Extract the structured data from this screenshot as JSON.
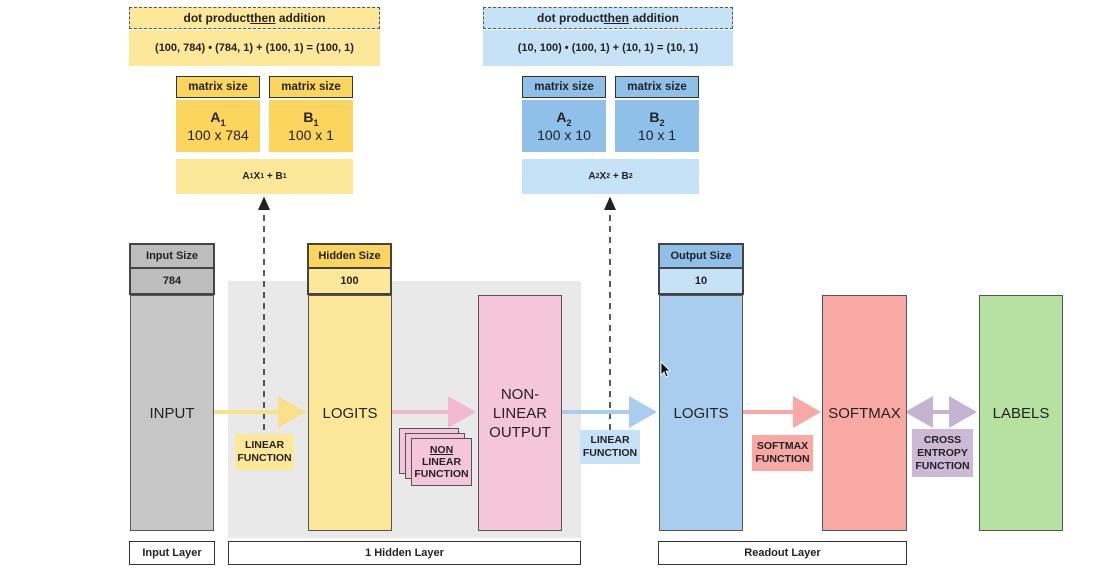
{
  "colors": {
    "yellow": "#fde89a",
    "yellow_header": "#fbd55e",
    "blue": "#a8cdee",
    "blue_header": "#8fc0ea",
    "blue_light": "#c6e2f7",
    "gray_layer": "#c7c7c7",
    "pink": "#f5c6da",
    "salmon": "#f8a9a3",
    "green": "#b7e1a1",
    "purple": "#cbb9d6",
    "hidden_bg": "#e9e9e9"
  },
  "left_calc": {
    "title_pre": "dot product ",
    "title_em": "then",
    "title_post": " addition",
    "equation": "(100, 784) • (784, 1) + (100, 1) = (100, 1)",
    "a_label": "matrix size",
    "a_name": "A",
    "a_sub": "1",
    "a_dims": "100 x 784",
    "b_label": "matrix size",
    "b_name": "B",
    "b_sub": "1",
    "b_dims": "100 x 1",
    "formula_a": "A",
    "formula_a_sub": "1",
    "formula_x": "X",
    "formula_x_sub": "1",
    "formula_plus": " + B",
    "formula_b_sub": "1"
  },
  "right_calc": {
    "title_pre": "dot product ",
    "title_em": "then",
    "title_post": " addition",
    "equation": "(10, 100) • (100, 1) + (10, 1) = (10, 1)",
    "a_label": "matrix size",
    "a_name": "A",
    "a_sub": "2",
    "a_dims": "100 x 10",
    "b_label": "matrix size",
    "b_name": "B",
    "b_sub": "2",
    "b_dims": "10 x 1",
    "formula_a": "A",
    "formula_a_sub": "2",
    "formula_x": "X",
    "formula_x_sub": "2",
    "formula_plus": " + B",
    "formula_b_sub": "2"
  },
  "sizes": {
    "input_title": "Input Size",
    "input_value": "784",
    "hidden_title": "Hidden Size",
    "hidden_value": "100",
    "output_title": "Output Size",
    "output_value": "10"
  },
  "layers": {
    "input": "INPUT",
    "logits1": "LOGITS",
    "nonlinear_line1": "NON-",
    "nonlinear_line2": "LINEAR",
    "nonlinear_line3": "OUTPUT",
    "logits2": "LOGITS",
    "softmax": "SOFTMAX",
    "labels": "LABELS"
  },
  "tags": {
    "linear1_line1": "LINEAR",
    "linear1_line2": "FUNCTION",
    "nonlinear_fn_line1": "NON",
    "nonlinear_fn_line2": "LINEAR",
    "nonlinear_fn_line3": "FUNCTION",
    "linear2_line1": "LINEAR",
    "linear2_line2": "FUNCTION",
    "softmax_fn_line1": "SOFTMAX",
    "softmax_fn_line2": "FUNCTION",
    "cross_line1": "CROSS",
    "cross_line2": "ENTROPY",
    "cross_line3": "FUNCTION"
  },
  "footers": {
    "input_layer": "Input Layer",
    "hidden_layer": "1 Hidden Layer",
    "readout_layer": "Readout Layer"
  }
}
